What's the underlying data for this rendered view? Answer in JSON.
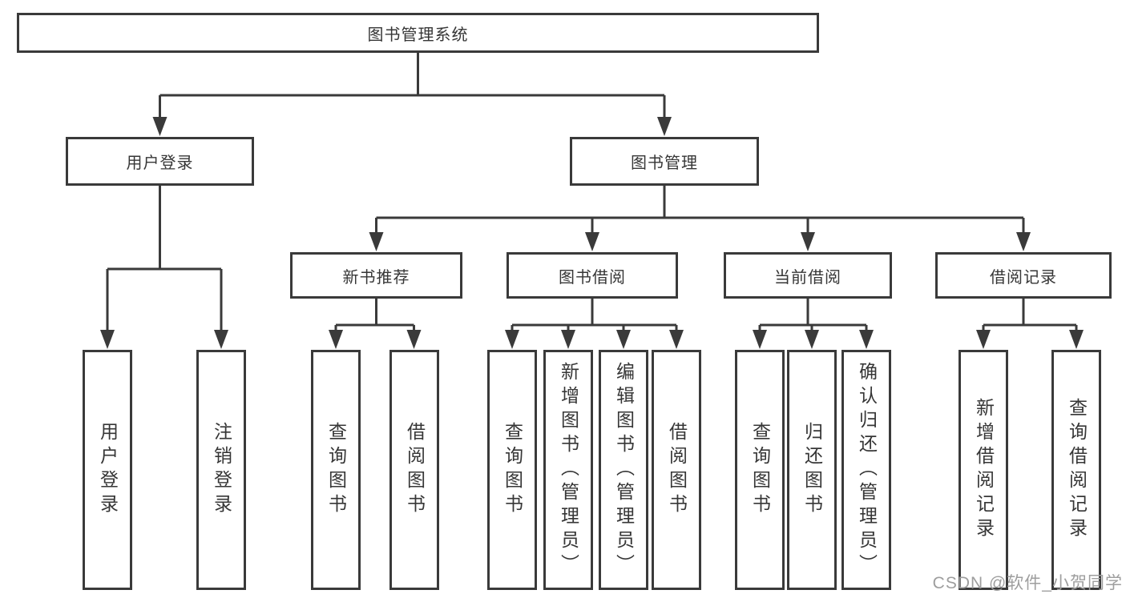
{
  "colors": {
    "line": "#3a3a3a",
    "box_border": "#3a3a3a",
    "text": "#363636",
    "watermark": "#9e9e9e",
    "background": "#ffffff"
  },
  "watermark": "CSDN @软件_小贺同学",
  "tree": {
    "label": "图书管理系统",
    "children": [
      {
        "label": "用户登录",
        "children": [
          {
            "label": "用户登录"
          },
          {
            "label": "注销登录"
          }
        ]
      },
      {
        "label": "图书管理",
        "children": [
          {
            "label": "新书推荐",
            "children": [
              {
                "label": "查询图书"
              },
              {
                "label": "借阅图书"
              }
            ]
          },
          {
            "label": "图书借阅",
            "children": [
              {
                "label": "查询图书"
              },
              {
                "label": "新增图书（管理员）"
              },
              {
                "label": "编辑图书（管理员）"
              },
              {
                "label": "借阅图书"
              }
            ]
          },
          {
            "label": "当前借阅",
            "children": [
              {
                "label": "查询图书"
              },
              {
                "label": "归还图书"
              },
              {
                "label": "确认归还（管理员）"
              }
            ]
          },
          {
            "label": "借阅记录",
            "children": [
              {
                "label": "新增借阅记录"
              },
              {
                "label": "查询借阅记录"
              }
            ]
          }
        ]
      }
    ]
  }
}
